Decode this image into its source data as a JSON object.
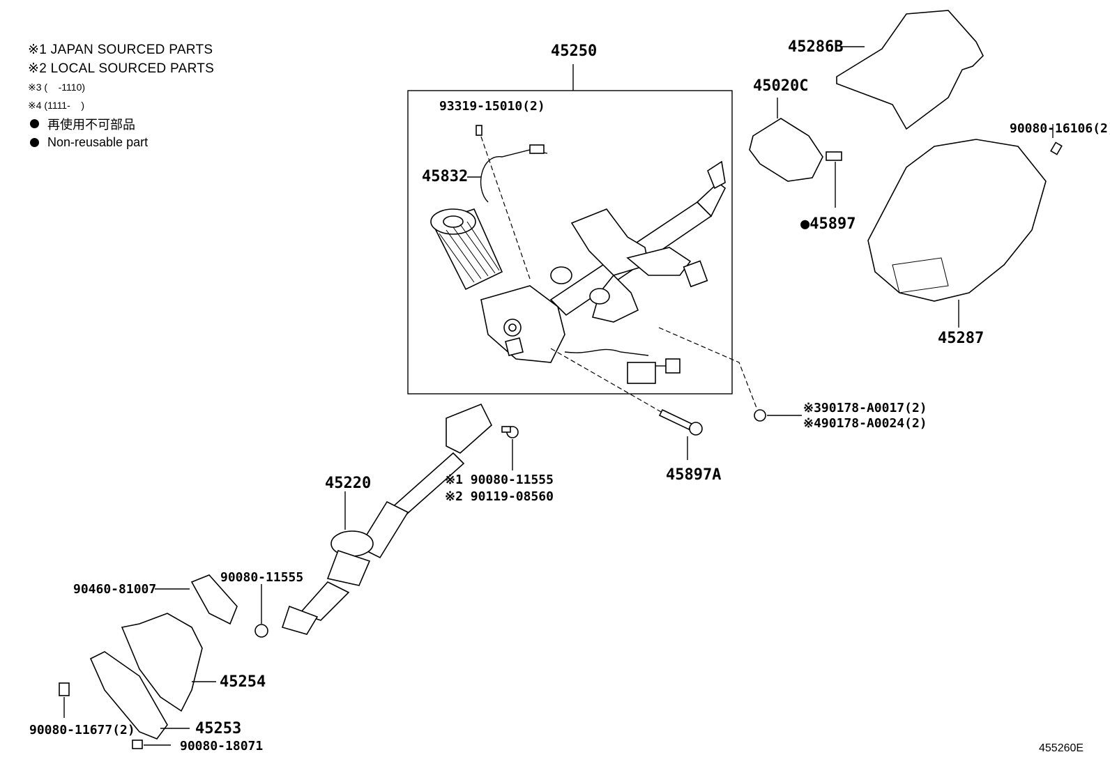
{
  "legend": {
    "line1": "※1 JAPAN SOURCED PARTS",
    "line2": "※2 LOCAL SOURCED PARTS",
    "line3": "※3 (    -1110)",
    "line4": "※4 (1111-    )",
    "line5": "再使用不可部品",
    "line6": "Non-reusable part"
  },
  "labels": {
    "p45250": "45250",
    "p45286B": "45286B",
    "p45020C": "45020C",
    "p93319": "93319-15010(2)",
    "p45832": "45832",
    "p45897": "●45897",
    "p90080_16106": "90080-16106(2)",
    "p45287": "45287",
    "p90178_a": "※390178-A0017(2)",
    "p90178_b": "※490178-A0024(2)",
    "p45897A": "45897A",
    "p45220": "45220",
    "p90080_11555_a": "※1 90080-11555",
    "p90119": "※2 90119-08560",
    "p90460": "90460-81007",
    "p90080_11555_b": "90080-11555",
    "p45254": "45254",
    "p45253": "45253",
    "p90080_11677": "90080-11677(2)",
    "p90080_18071": "90080-18071",
    "figure_code": "455260E"
  }
}
